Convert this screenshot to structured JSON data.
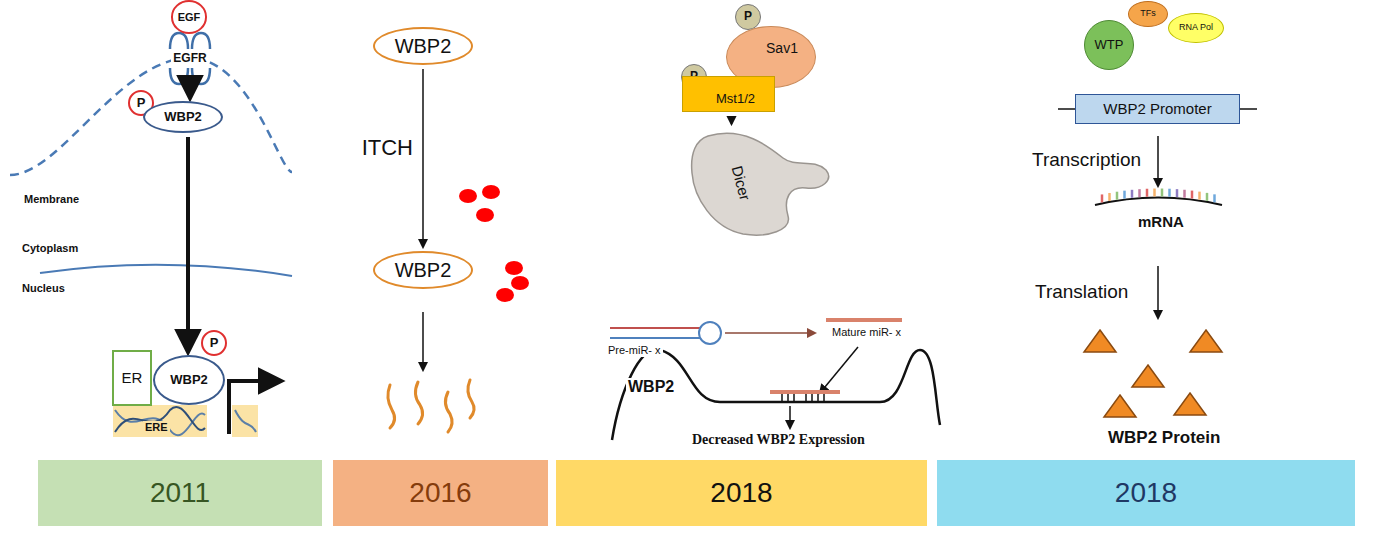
{
  "diagram": {
    "nodes": [
      {
        "text": [
          "EGF"
        ]
      },
      {
        "text": [
          "EGFR"
        ]
      },
      {
        "text": [
          "P"
        ]
      },
      {
        "text": [
          "WBP2"
        ]
      },
      {
        "text": [
          "ER"
        ]
      },
      {
        "text": [
          "WBP2"
        ]
      },
      {
        "text": [
          "P"
        ]
      },
      {
        "text": [
          "WBP2"
        ]
      },
      {
        "text": [
          "WBP2"
        ]
      },
      {
        "text": [
          "P"
        ]
      },
      {
        "text": [
          "Sav1"
        ]
      },
      {
        "text": [
          "P"
        ]
      },
      {
        "text": [
          "Mst1/2"
        ]
      },
      {
        "text": [
          "Dicer"
        ]
      },
      {
        "text": [
          "WTP"
        ]
      },
      {
        "text": [
          "TFs"
        ]
      },
      {
        "text": [
          "RNA Pol"
        ]
      },
      {
        "text": [
          "WBP2 Promoter"
        ]
      },
      {
        "text": [
          "2011"
        ]
      },
      {
        "text": [
          "2016"
        ]
      },
      {
        "text": [
          "2018"
        ]
      },
      {
        "text": [
          "2018"
        ]
      }
    ],
    "edges": [
      {
        "from": 1,
        "to": 3,
        "arrow": "to"
      },
      {
        "from": 3,
        "to": 5,
        "arrow": "to"
      },
      {
        "from": 7,
        "to": 8,
        "label": "ITCH",
        "arrow": "to"
      },
      {
        "from": 12,
        "to": 13,
        "arrow": "to"
      }
    ],
    "labels": [
      "Membrane",
      "Cytoplasm",
      "Nucleus",
      "ERE",
      "Pre-miR- x",
      "Mature miR- x",
      "WBP2",
      "Decreased WBP2 Expression",
      "Transcription",
      "mRNA",
      "Translation",
      "WBP2 Protein"
    ]
  }
}
